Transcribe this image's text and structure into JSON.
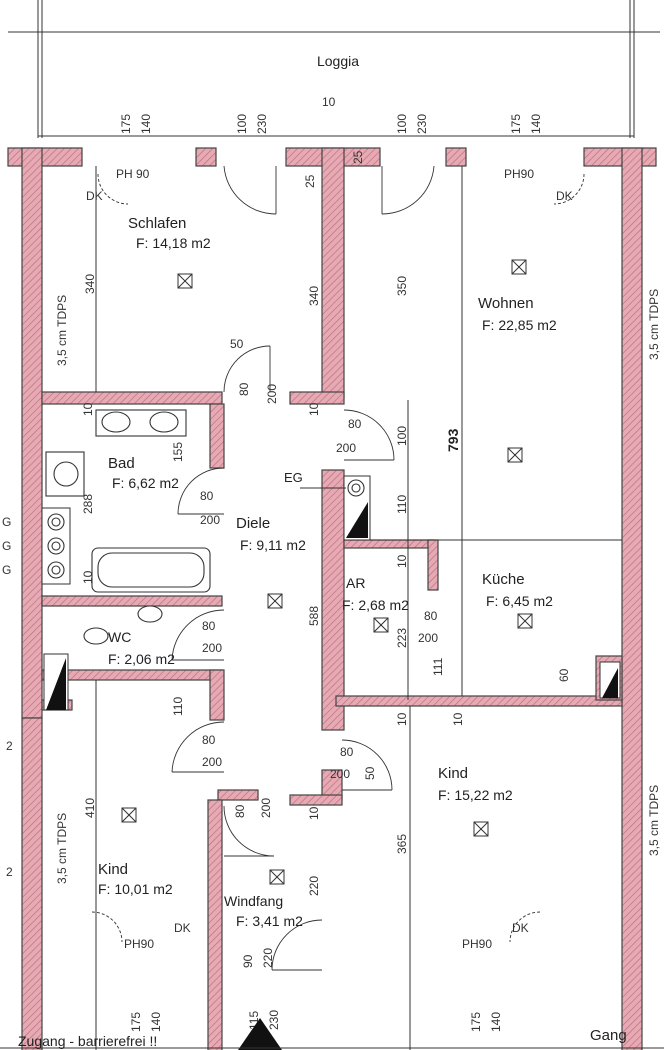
{
  "title": "Loggia",
  "rooms": [
    {
      "id": "schlafen",
      "name": "Schlafen",
      "area": "F: 14,18 m2"
    },
    {
      "id": "wohnen",
      "name": "Wohnen",
      "area": "F: 22,85 m2"
    },
    {
      "id": "bad",
      "name": "Bad",
      "area": "F: 6,62 m2"
    },
    {
      "id": "diele",
      "name": "Diele",
      "area": "F: 9,11 m2"
    },
    {
      "id": "ar",
      "name": "AR",
      "area": "F: 2,68 m2"
    },
    {
      "id": "kueche",
      "name": "Küche",
      "area": "F: 6,45 m2"
    },
    {
      "id": "wc",
      "name": "WC",
      "area": "F: 2,06 m2"
    },
    {
      "id": "kind1",
      "name": "Kind",
      "area": "F: 10,01 m2"
    },
    {
      "id": "kind2",
      "name": "Kind",
      "area": "F: 15,22 m2"
    },
    {
      "id": "windfang",
      "name": "Windfang",
      "area": "F: 3,41 m2"
    }
  ],
  "labels": {
    "ph90": "PH 90",
    "ph90b": "PH90",
    "dk": "DK",
    "eg": "EG",
    "g": "G",
    "tdps": "3,5 cm TDPS",
    "total_height": "793",
    "access": "Zugang - barrierefrei !!",
    "corridor": "Gang",
    "num_2": "2"
  },
  "dims": {
    "d175": "175",
    "d140": "140",
    "d100": "100",
    "d230": "230",
    "d10": "10",
    "d25": "25",
    "d340": "340",
    "d350": "350",
    "d50": "50",
    "d200": "200",
    "d80": "80",
    "d155": "155",
    "d288": "288",
    "d110": "110",
    "d588": "588",
    "d223": "223",
    "d111": "111",
    "d60": "60",
    "d410": "410",
    "d365": "365",
    "d220": "220",
    "d90": "90",
    "d115": "115"
  }
}
